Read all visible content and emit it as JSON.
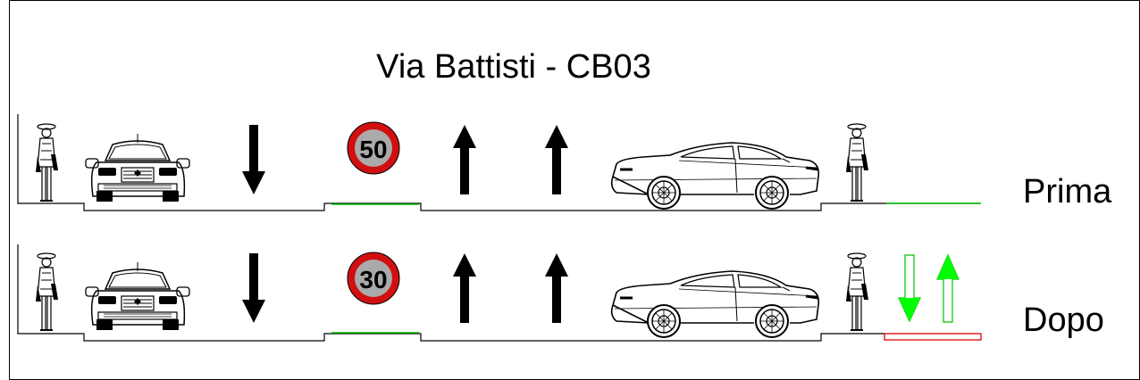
{
  "title": "Via Battisti - CB03",
  "rows": [
    {
      "label": "Prima",
      "speed_limit": "50",
      "bike_lane": false
    },
    {
      "label": "Dopo",
      "speed_limit": "30",
      "bike_lane": true
    }
  ],
  "colors": {
    "line": "#000000",
    "green_strip": "#00c000",
    "bike_arrow": "#00ff00",
    "bike_lane_edge": "#e00000",
    "sign_ring": "#d01010",
    "sign_fill": "#aaaaaa"
  },
  "icons": [
    "pedestrian-icon",
    "car-front-icon",
    "down-arrow-icon",
    "speed-limit-sign",
    "up-arrow-icon",
    "car-side-icon",
    "bike-arrow-icon"
  ]
}
